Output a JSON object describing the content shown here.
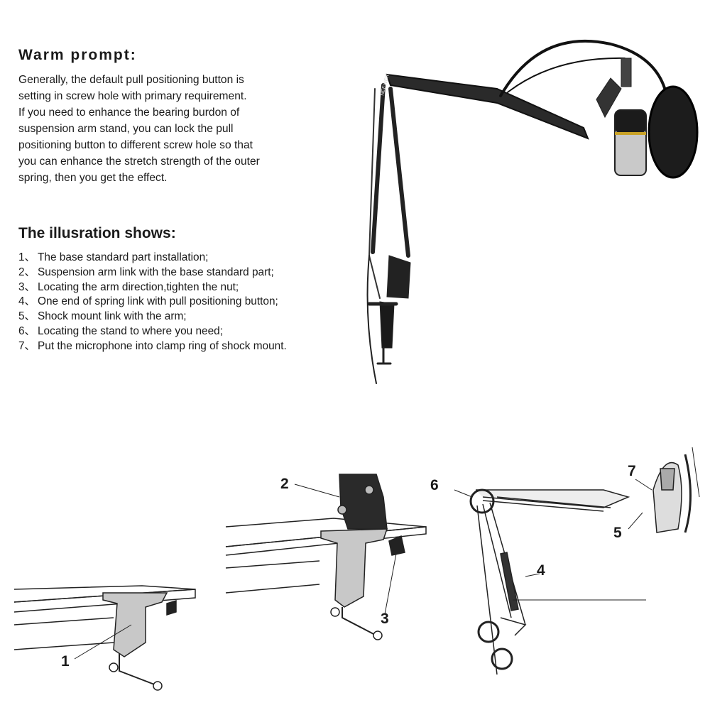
{
  "warm_prompt": {
    "title": "Warm prompt:",
    "lines": [
      "Generally, the default pull positioning  button is",
      "setting in screw hole with primary requirement.",
      "If you need to enhance the bearing burdon of",
      "suspension arm stand, you can lock the pull",
      "positioning button to different screw hole so that",
      "you can enhance the stretch strength of the outer",
      "spring, then you get the effect."
    ]
  },
  "illustration": {
    "title": "The illusration shows:",
    "steps": [
      {
        "num": "1、",
        "text": "The base standard part installation;"
      },
      {
        "num": "2、",
        "text": "Suspension arm link with the base standard part;"
      },
      {
        "num": "3、",
        "text": "Locating the arm direction,tighten the nut;"
      },
      {
        "num": "4、",
        "text": "One end of spring link with pull positioning button;"
      },
      {
        "num": "5、",
        "text": "Shock mount link with the arm;"
      },
      {
        "num": "6、",
        "text": "Locating the stand to where you need;"
      },
      {
        "num": "7、",
        "text": "Put the microphone into clamp ring of shock mount."
      }
    ]
  },
  "product_brand": "NEEWER",
  "callouts": [
    "1",
    "2",
    "3",
    "4",
    "5",
    "6",
    "7"
  ]
}
